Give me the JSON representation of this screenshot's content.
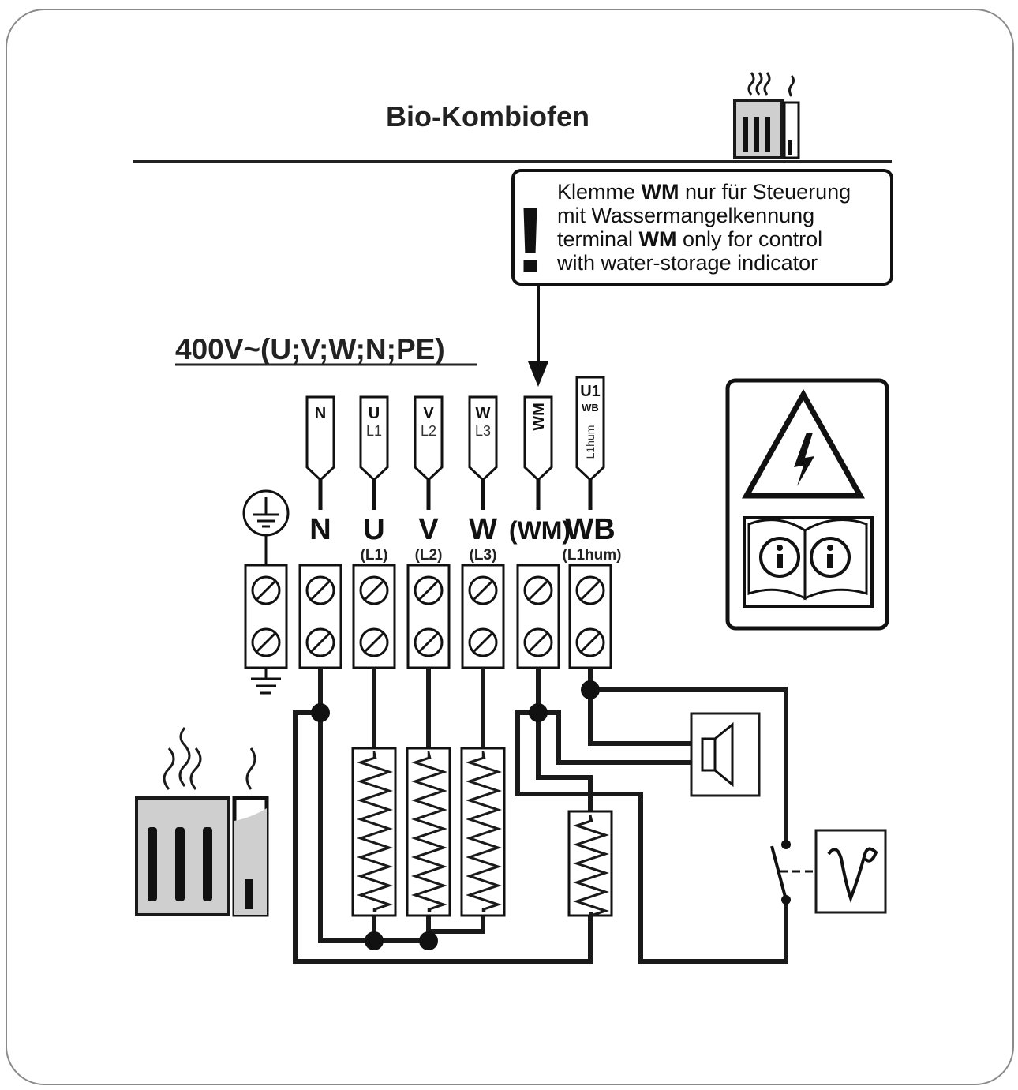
{
  "title": "Bio-Kombiofen",
  "supply_label": "400V~(U;V;W;N;PE)",
  "notice": {
    "mark": "!",
    "lines": [
      [
        "Klemme ",
        "WM",
        " nur für Steuerung"
      ],
      [
        "mit Wassermangelkennung",
        "",
        ""
      ],
      [
        "terminal ",
        "WM",
        " only for control"
      ],
      [
        "with water-storage indicator",
        "",
        ""
      ]
    ]
  },
  "plugs": [
    {
      "id": "N",
      "top": "N",
      "sub": ""
    },
    {
      "id": "U",
      "top": "U",
      "sub": "L1"
    },
    {
      "id": "V",
      "top": "V",
      "sub": "L2"
    },
    {
      "id": "W",
      "top": "W",
      "sub": "L3"
    },
    {
      "id": "WM",
      "top": "WM",
      "sub": ""
    },
    {
      "id": "U1",
      "top": "U1",
      "mid": "WB",
      "sub": "L1hum"
    }
  ],
  "terminals": {
    "labels": [
      "N",
      "U",
      "V",
      "W",
      "(WM)",
      "WB"
    ],
    "sublabels": [
      "",
      "(L1)",
      "(L2)",
      "(L3)",
      "",
      "(L1hum)"
    ]
  },
  "colors": {
    "ink": "#1a1a1a",
    "fill": "#cfcfcf",
    "frame": "#8a8a8a"
  },
  "icons": [
    "ground-icon",
    "high-voltage-warning-icon",
    "manual-info-icon",
    "stove-icon",
    "speaker-icon",
    "thermostat-icon",
    "heating-element-icon"
  ]
}
